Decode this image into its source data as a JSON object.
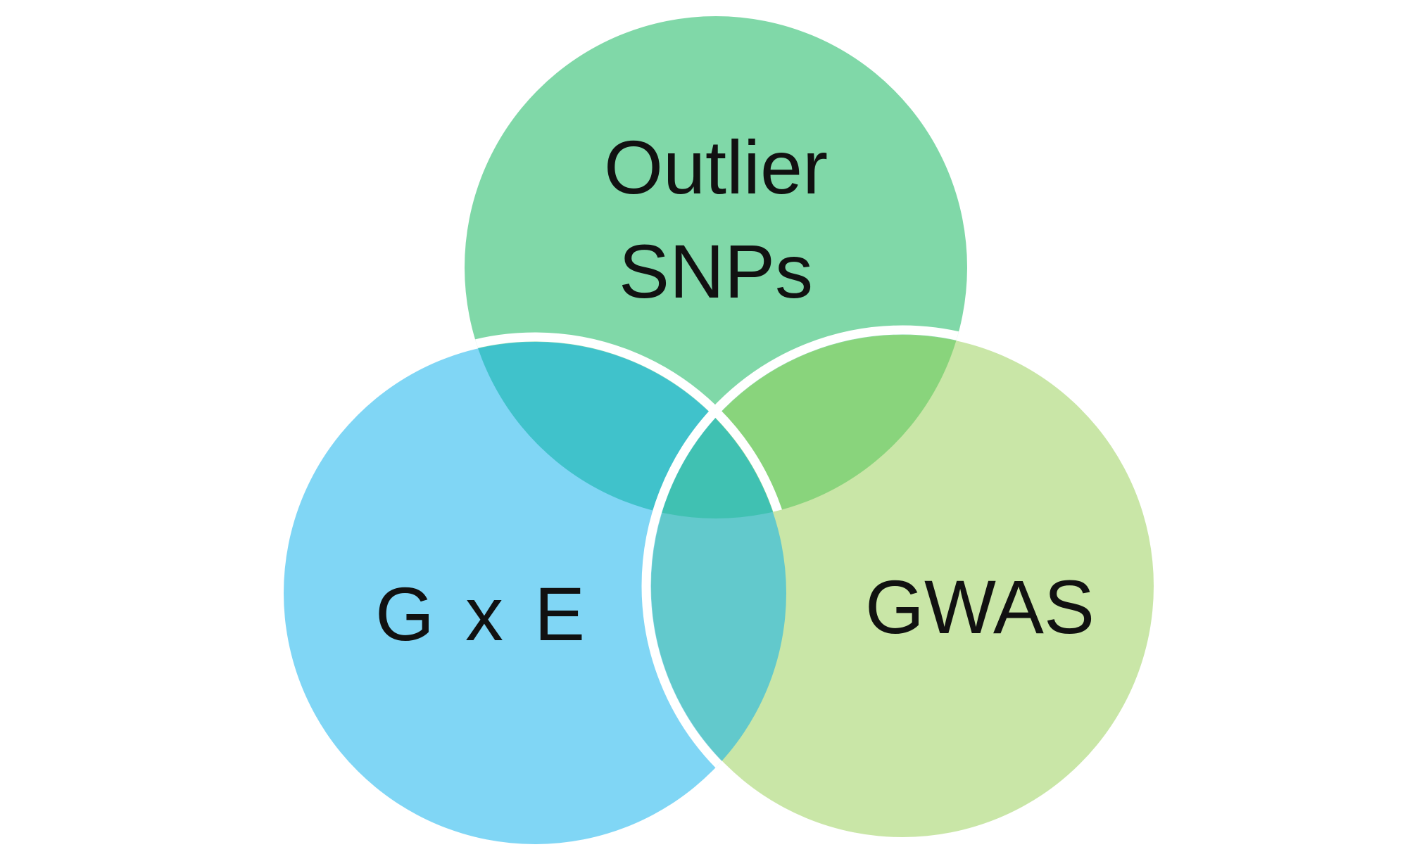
{
  "diagram": {
    "type": "venn-3-set",
    "sets": {
      "outlier": {
        "label_line1": "Outlier",
        "label_line2": "SNPs",
        "color": "#80D8A8"
      },
      "gxe": {
        "label": "G x E",
        "color": "#80D6F5"
      },
      "gwas": {
        "label": "GWAS",
        "color": "#C9E6A7"
      }
    },
    "overlaps": {
      "outlier_gxe": {
        "color": "#40C2CB"
      },
      "outlier_gwas": {
        "color": "#89D47C"
      },
      "gxe_gwas": {
        "color": "#62C9CC"
      },
      "all_three": {
        "color": "#40C1B2"
      }
    },
    "outline_color": "#FFFFFF",
    "background": "#FFFFFF",
    "text_color": "#111111"
  }
}
